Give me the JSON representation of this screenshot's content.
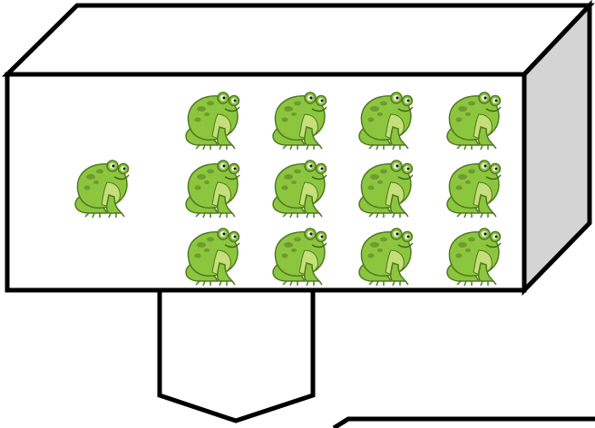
{
  "colors": {
    "outline": "#000000",
    "box_face": "#ffffff",
    "box_side": "#d4d4d4",
    "frog_body": "#8cc63f",
    "frog_belly": "#c6df7a",
    "frog_spots": "#6f9b2e",
    "frog_outline": "#4f7a1f"
  },
  "place_value_box": {
    "ones_group": {
      "icon": "frog-icon",
      "count": 1
    },
    "tens_group": {
      "icon": "frog-icon",
      "rows": 3,
      "columns": 4,
      "count": 12
    }
  },
  "arrow": {
    "direction": "down"
  },
  "next_box": {
    "partially_visible": true
  }
}
